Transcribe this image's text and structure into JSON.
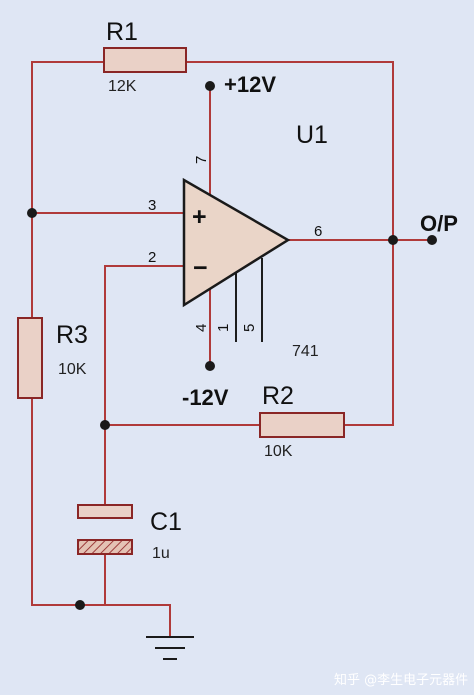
{
  "components": {
    "r1": {
      "ref": "R1",
      "value": "12K"
    },
    "r2": {
      "ref": "R2",
      "value": "10K"
    },
    "r3": {
      "ref": "R3",
      "value": "10K"
    },
    "c1": {
      "ref": "C1",
      "value": "1u"
    },
    "u1": {
      "ref": "U1",
      "part": "741"
    }
  },
  "supply": {
    "positive": "+12V",
    "negative": "-12V"
  },
  "output": {
    "label": "O/P"
  },
  "pins": {
    "non_inverting": "3",
    "inverting": "2",
    "output": "6",
    "vplus": "7",
    "vminus": "4",
    "offset_1": "1",
    "offset_5": "5"
  },
  "opamp_symbols": {
    "plus": "+",
    "minus": "−"
  },
  "watermark": {
    "text": "知乎 @李生电子元器件"
  },
  "colors": {
    "wire": "#b03a3a",
    "component_fill": "#ead1c7",
    "opamp_fill": "#ead5c8",
    "junction": "#1a1a1a",
    "background": "#dfe6f4"
  }
}
